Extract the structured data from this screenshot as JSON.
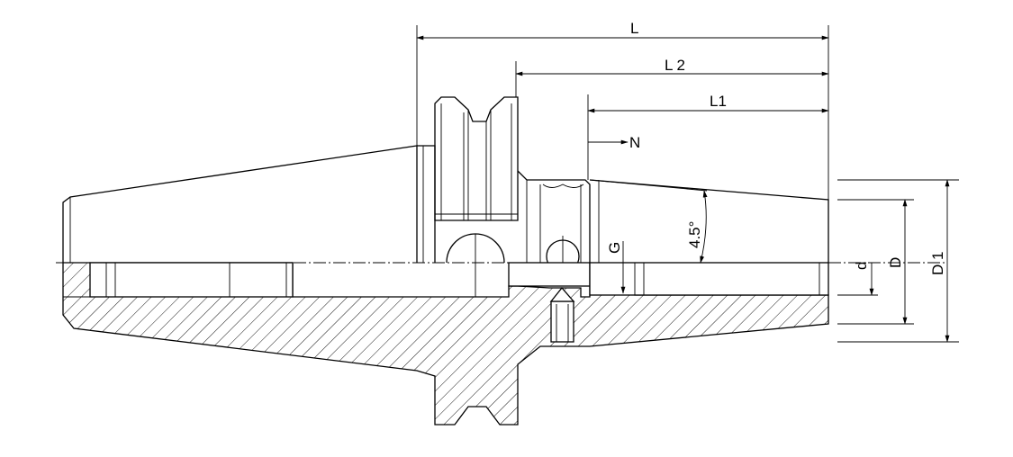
{
  "drawing": {
    "labels": {
      "L": "L",
      "L2": "L 2",
      "L1": "L1",
      "N": "N",
      "G": "G",
      "angle": "4.5°",
      "d": "d",
      "D": "D",
      "D1": "D 1"
    }
  }
}
